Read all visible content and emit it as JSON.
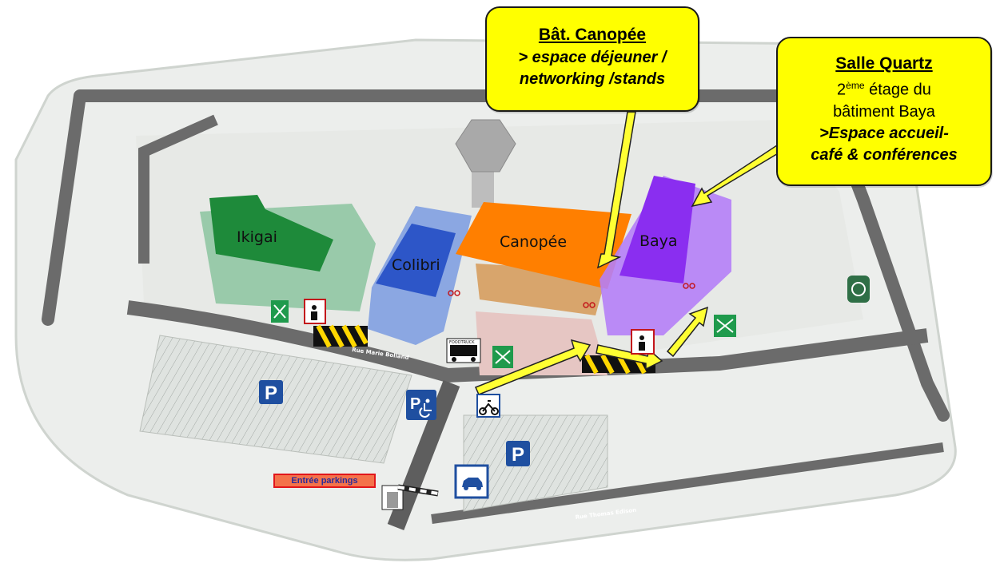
{
  "buildings": {
    "ikigai": "Ikigai",
    "colibri": "Colibri",
    "canopee": "Canopée",
    "baya": "Baya"
  },
  "callouts": {
    "canopee": {
      "title": "Bât. Canopée",
      "line1": "> espace déjeuner /",
      "line2": "networking /stands"
    },
    "quartz": {
      "title": "Salle Quartz",
      "floor_num": "2",
      "floor_sup": "ème",
      "floor_rest": " étage du",
      "building": "bâtiment Baya",
      "line1": ">Espace accueil-",
      "line2": "café & conférences"
    }
  },
  "labels": {
    "entree_parkings": "Entrée parkings",
    "parking_letter": "P",
    "street_thomas_edison": "Rue Thomas Edison",
    "street_top": "Rue Marie Bolland",
    "foodtruck": "FOODTRUCK"
  },
  "icons": [
    "assembly-point-icon",
    "fire-extinguisher-icon",
    "parking-icon",
    "disabled-parking-icon",
    "motorbike-icon",
    "ev-charging-icon",
    "bicycle-icon",
    "food-truck-icon",
    "barrier-gate-icon",
    "recycling-icon"
  ],
  "colors": {
    "ikigai": "#1e8a3a",
    "colibri": "#2d56c8",
    "canopee": "#ff7f00",
    "baya": "#8a2ef0",
    "callout": "#ffff00",
    "road": "#6b6b6b",
    "parking_blue": "#1f4fa0",
    "assembly_green": "#1f9a4c"
  }
}
